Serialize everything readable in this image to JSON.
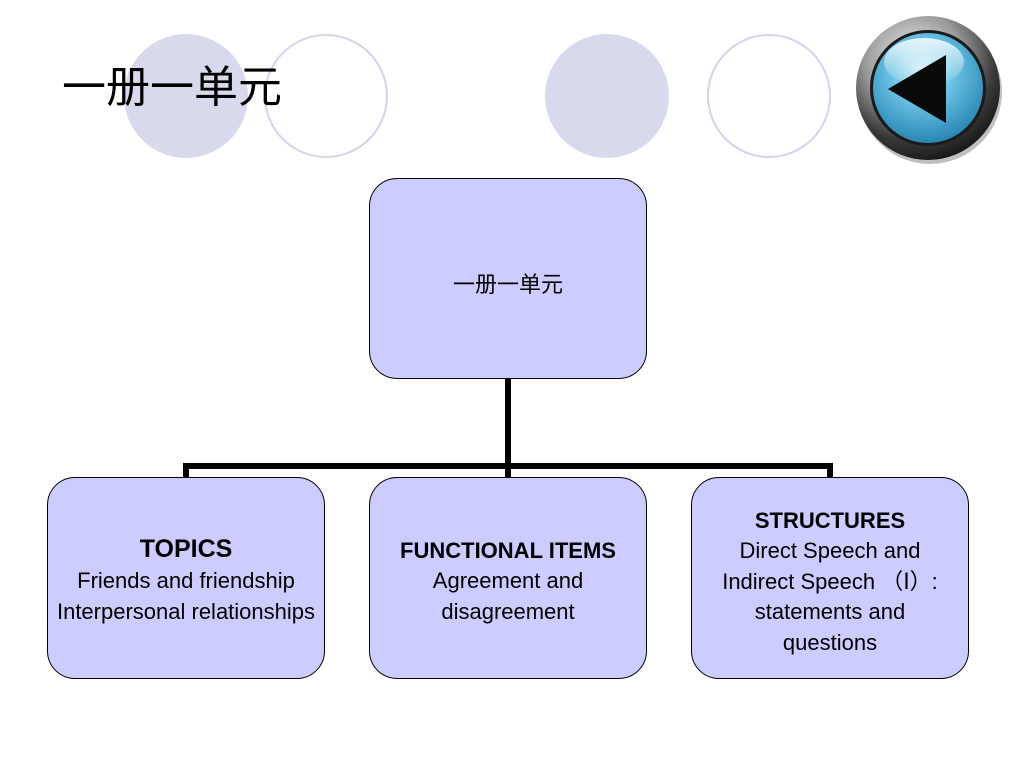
{
  "slide": {
    "title": "一册一单元"
  },
  "navigation": {
    "back_button_icon": "triangle-left-icon"
  },
  "diagram": {
    "root": {
      "label": "一册一单元"
    },
    "children": [
      {
        "heading": "TOPICS",
        "lines": [
          "Friends and friendship",
          "Interpersonal relationships"
        ]
      },
      {
        "heading": "FUNCTIONAL ITEMS",
        "lines": [
          "Agreement and",
          "disagreement"
        ]
      },
      {
        "heading": "STRUCTURES",
        "lines": [
          "Direct Speech and",
          "Indirect  Speech （Ⅰ）:",
          "statements and",
          "questions"
        ]
      }
    ]
  },
  "colors": {
    "node_fill": "#ccccff",
    "node_border": "#000000",
    "connector": "#000000",
    "decor_circle": "#d9d9ee",
    "button_accent": "#5bb8dc"
  }
}
